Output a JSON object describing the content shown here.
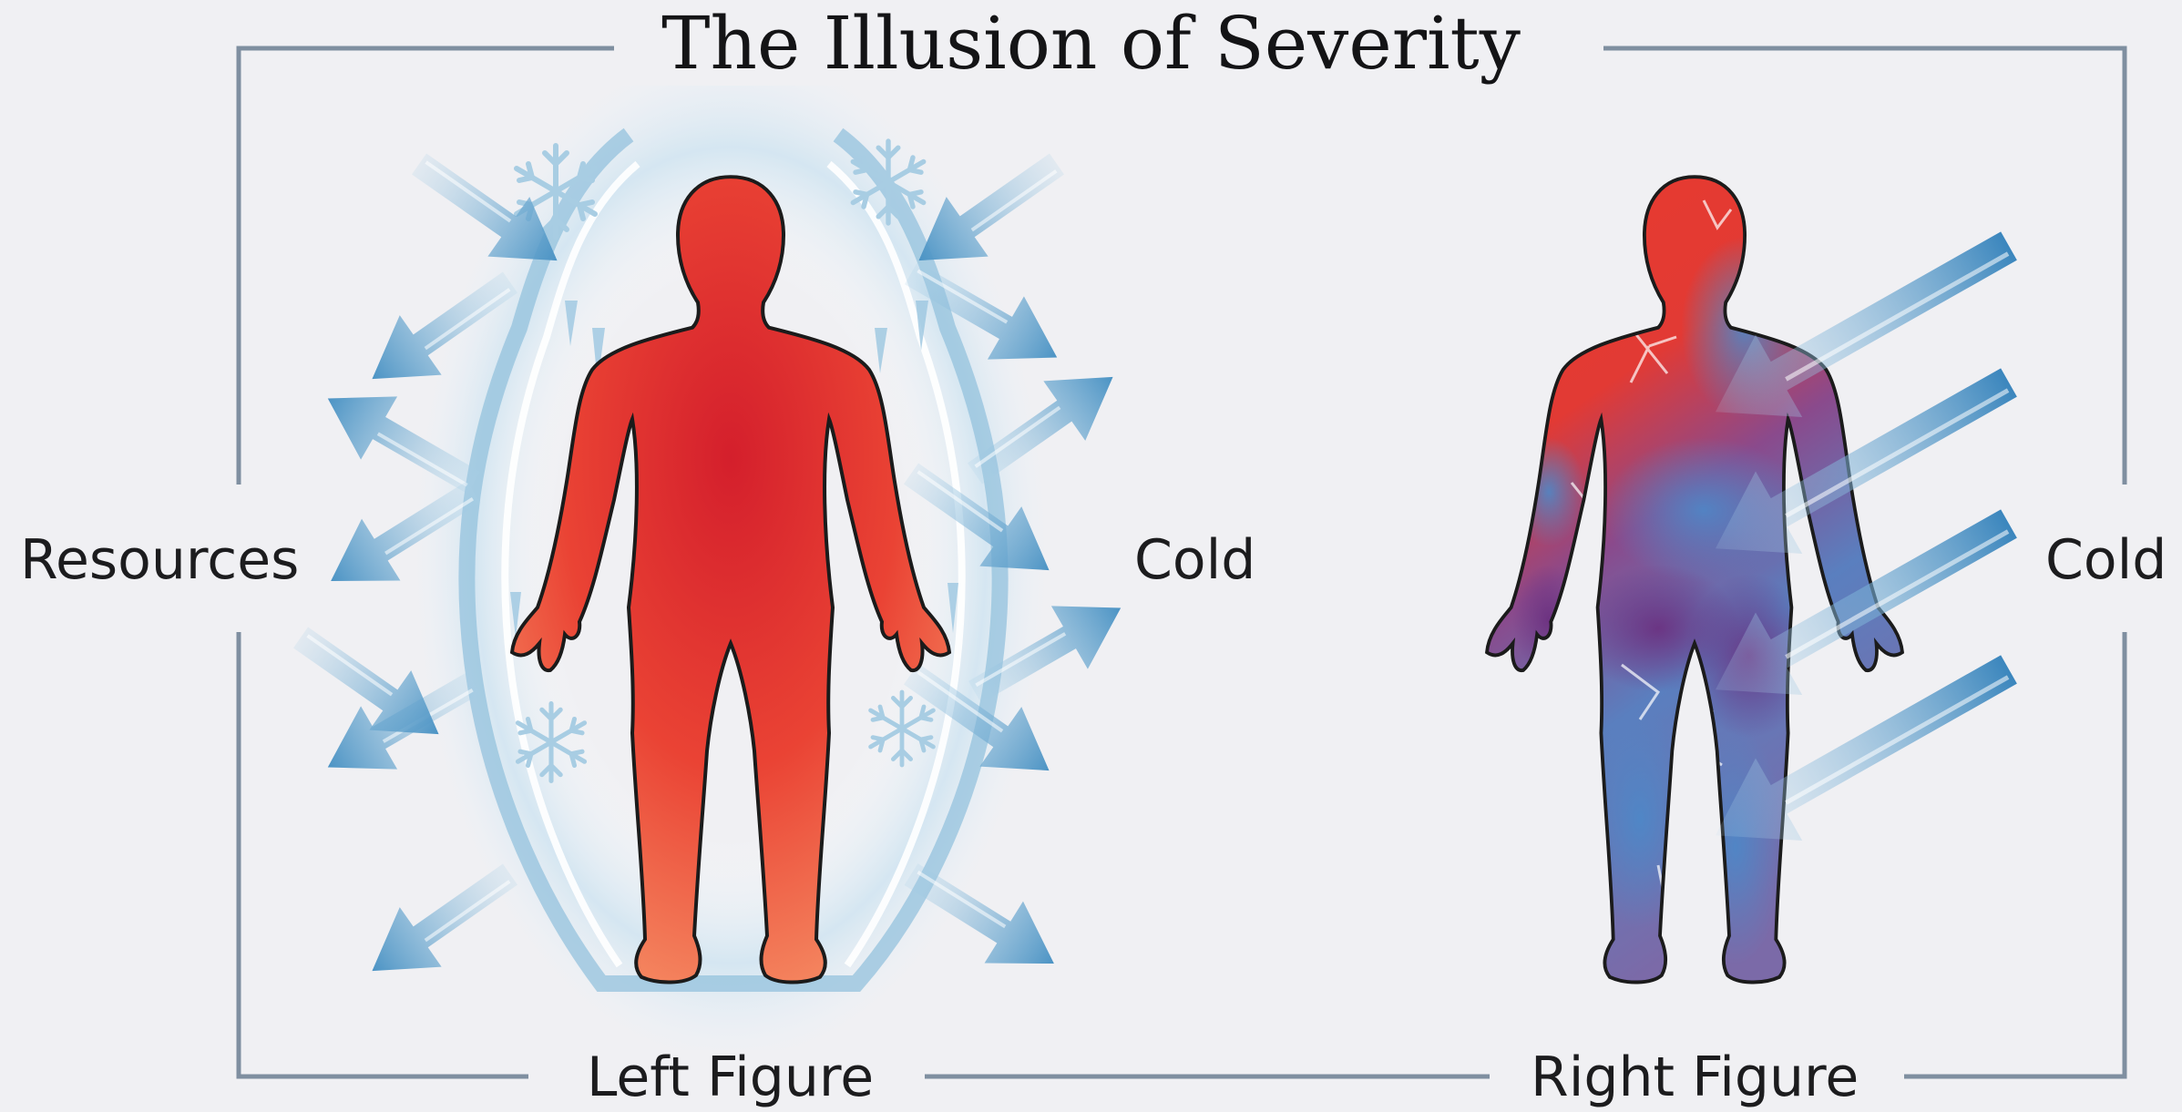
{
  "title": "The Illusion of Severity",
  "labels": {
    "resources": "Resources",
    "cold_left": "Cold",
    "cold_right": "Cold",
    "left_figure": "Left Figure",
    "right_figure": "Right Figure"
  },
  "colors": {
    "background": "#f0f0f3",
    "frame": "#7f8fa0",
    "body_warm": "#e8392e",
    "body_warm_light": "#f07a5c",
    "ice": "#5ea3cd",
    "ice_light": "#cde4f2",
    "frostbite_purple": "#6b3f86",
    "frostbite_blue": "#4d7fb8",
    "text": "#1c1c1e"
  },
  "icons": [
    "person-silhouette-warm",
    "ice-shield",
    "snowflake",
    "arrow",
    "person-silhouette-frostbitten"
  ]
}
